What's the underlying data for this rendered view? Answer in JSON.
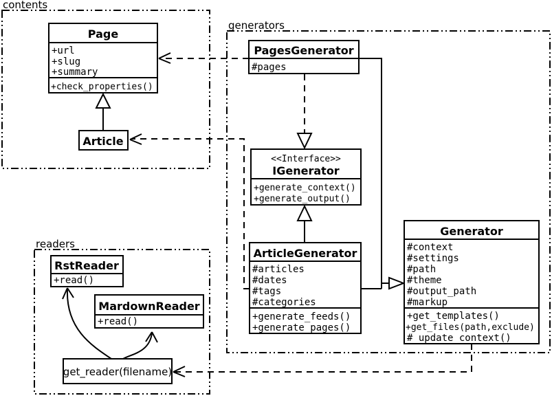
{
  "diagram_type": "uml-class-diagram",
  "colors": {
    "background": "#ffffff",
    "line": "#000000",
    "box_fill": "#ffffff",
    "text": "#000000"
  },
  "packages": {
    "contents": {
      "label": "contents"
    },
    "generators": {
      "label": "generators"
    },
    "readers": {
      "label": "readers"
    }
  },
  "classes": {
    "page": {
      "name": "Page",
      "attributes": [
        "+url",
        "+slug",
        "+summary"
      ],
      "methods": [
        "+check_properties()"
      ]
    },
    "article": {
      "name": "Article"
    },
    "pages_generator": {
      "name": "PagesGenerator",
      "attributes": [
        "#pages"
      ]
    },
    "igenerator": {
      "stereotype": "<<Interface>>",
      "name": "IGenerator",
      "methods": [
        "+generate_context()",
        "+generate_output()"
      ]
    },
    "article_generator": {
      "name": "ArticleGenerator",
      "attributes": [
        "#articles",
        "#dates",
        "#tags",
        "#categories"
      ],
      "methods": [
        "+generate_feeds()",
        "+generate_pages()"
      ]
    },
    "generator": {
      "name": "Generator",
      "attributes": [
        "#context",
        "#settings",
        "#path",
        "#theme",
        "#output_path",
        "#markup"
      ],
      "methods": [
        "+get_templates()",
        "+get_files(path,exclude)",
        "#_update_context()"
      ]
    },
    "rst_reader": {
      "name": "RstReader",
      "methods": [
        "+read()"
      ]
    },
    "mardown_reader": {
      "name": "MardownReader",
      "methods": [
        "+read()"
      ]
    },
    "get_reader": {
      "label": "get_reader(filename)"
    }
  },
  "relationships": [
    {
      "from": "PagesGenerator",
      "to": "Page",
      "type": "dependency",
      "style": "dashed-open-arrow"
    },
    {
      "from": "ArticleGenerator",
      "to": "Article",
      "type": "dependency",
      "style": "dashed-open-arrow"
    },
    {
      "from": "PagesGenerator",
      "to": "IGenerator",
      "type": "realization",
      "style": "dashed-hollow-triangle"
    },
    {
      "from": "ArticleGenerator",
      "to": "IGenerator",
      "type": "realization",
      "style": "solid-hollow-triangle"
    },
    {
      "from": "PagesGenerator",
      "to": "Generator",
      "type": "generalization",
      "style": "solid-hollow-triangle"
    },
    {
      "from": "ArticleGenerator",
      "to": "Generator",
      "type": "generalization",
      "style": "solid-hollow-triangle"
    },
    {
      "from": "Generator",
      "to": "get_reader(filename)",
      "type": "dependency",
      "style": "dashed-open-arrow"
    },
    {
      "from": "get_reader(filename)",
      "to": "RstReader",
      "type": "call",
      "style": "curved-open-arrow"
    },
    {
      "from": "get_reader(filename)",
      "to": "MardownReader",
      "type": "call",
      "style": "curved-open-arrow"
    }
  ]
}
